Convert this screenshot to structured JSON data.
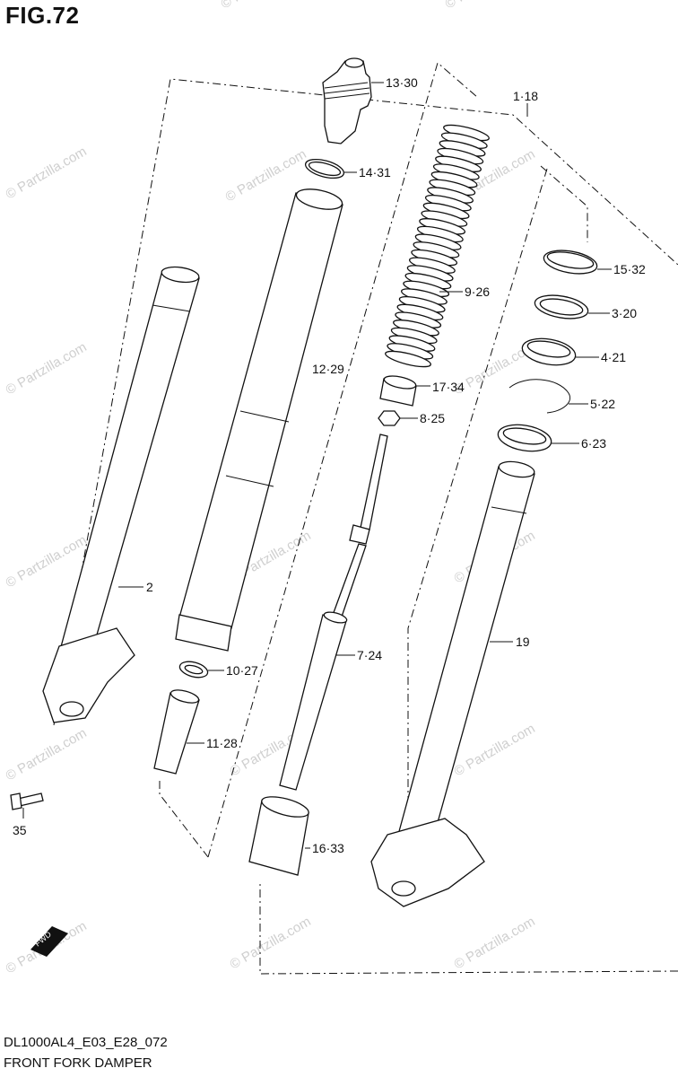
{
  "header": {
    "title": "FIG.72"
  },
  "footer": {
    "code": "DL1000AL4_E03_E28_072",
    "name": "FRONT FORK DAMPER"
  },
  "watermark": {
    "text": "© Partzilla.com"
  },
  "fwd_label": "FWD",
  "callouts": {
    "c13_30": "13·30",
    "c14_31": "14·31",
    "c1_18": "1·18",
    "c15_32": "15·32",
    "c9_26": "9·26",
    "c3_20": "3·20",
    "c12_29": "12·29",
    "c4_21": "4·21",
    "c17_34": "17·34",
    "c5_22": "5·22",
    "c8_25": "8·25",
    "c6_23": "6·23",
    "c2": "2",
    "c19": "19",
    "c7_24": "7·24",
    "c10_27": "10·27",
    "c11_28": "11·28",
    "c16_33": "16·33",
    "c35": "35"
  }
}
